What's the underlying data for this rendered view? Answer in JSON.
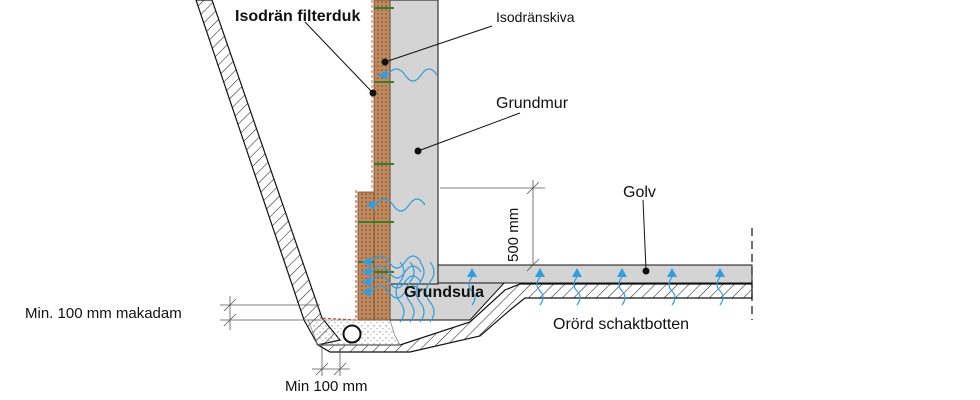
{
  "labels": {
    "filterduk": "Isodrän filterduk",
    "isodranskiva": "Isodränskiva",
    "grundmur": "Grundmur",
    "golv": "Golv",
    "dim_500": "500 mm",
    "grundsula": "Grundsula",
    "makadam": "Min. 100 mm makadam",
    "schaktbotten": "Orörd schaktbotten",
    "min100": "Min 100 mm"
  },
  "colors": {
    "concrete": "#d4d4d4",
    "insulation": "#c08a5e",
    "water": "#2f9fe0",
    "fastener": "#3a7a2a",
    "filter_edge": "#c0392b",
    "line": "#111111"
  },
  "icons": {
    "water_arrow": "water-arrow-icon",
    "drain_pipe": "drain-pipe-icon"
  }
}
